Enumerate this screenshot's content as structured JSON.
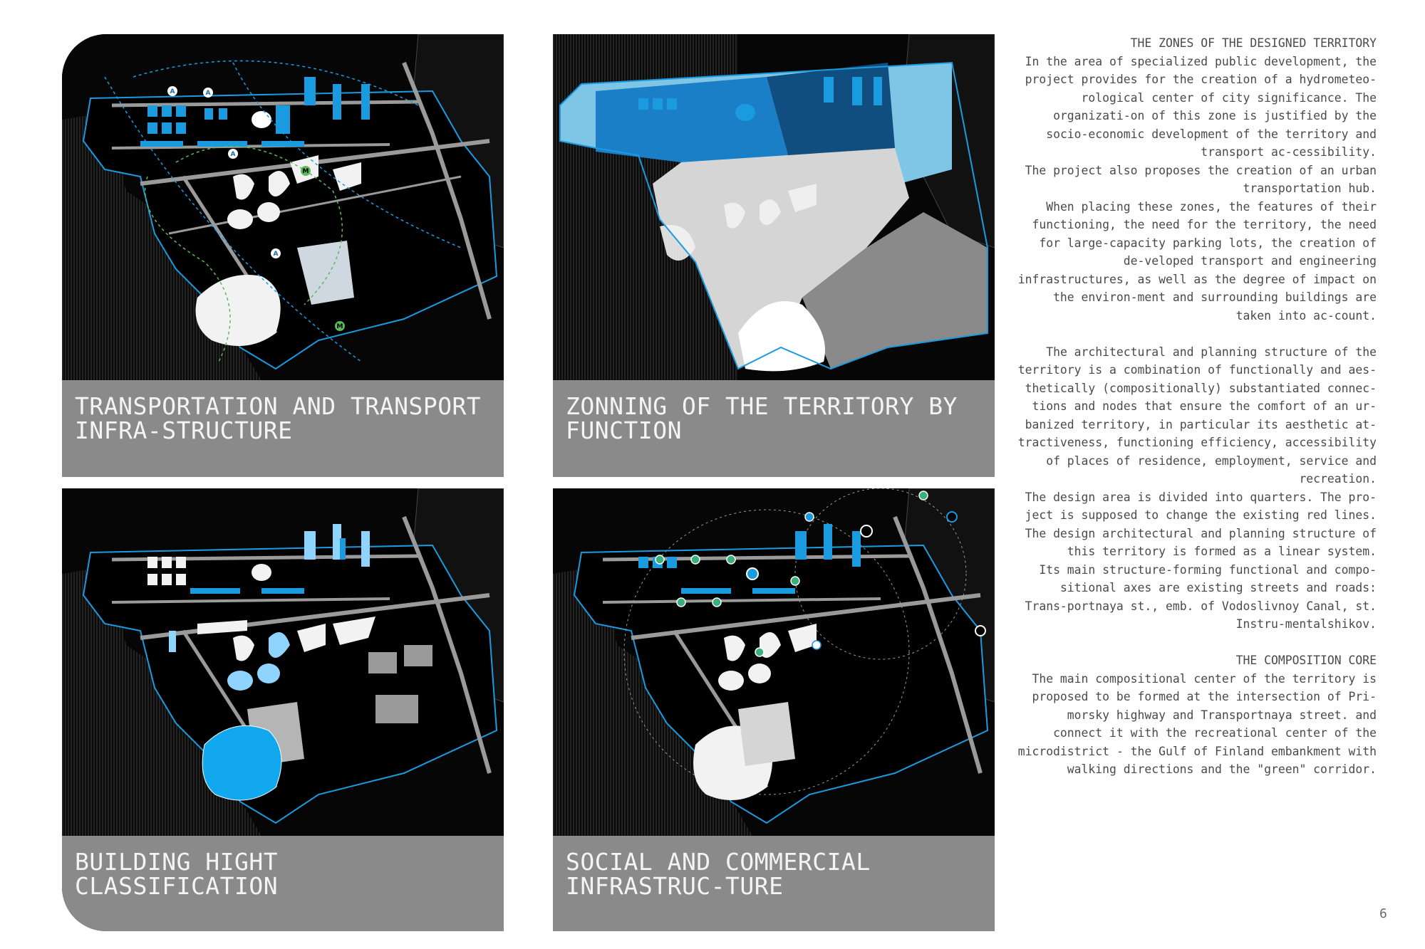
{
  "panels": [
    {
      "id": "transport",
      "caption": "TRANSPORTATION AND TRANSPORT INFRA-STRUCTURE"
    },
    {
      "id": "zoning",
      "caption": "ZONNING OF THE TERRITORY BY FUNCTION"
    },
    {
      "id": "height",
      "caption": "BUILDING HIGHT CLASSIFICATION"
    },
    {
      "id": "social",
      "caption": "SOCIAL AND COMMERCIAL INFRASTRUC-TURE"
    }
  ],
  "text": {
    "zones_title": "THE ZONES OF THE DESIGNED TERRITORY",
    "zones_p1": "In the area of specialized public development, the project provides for the creation of a hydrometeo-rological center of city significance. The organizati-on of this zone is justified by the socio-economic development of the territory and transport ac-cessibility.",
    "zones_p2": "The project also proposes the creation of an urban transportation hub.",
    "zones_p3": "When placing these zones, the features of their functioning, the need for the territory, the need for large-capacity parking lots, the creation of de-veloped transport and engineering infrastructures, as well as the degree of impact on the environ-ment and surrounding buildings are taken into ac-count.",
    "arch_p1": "The architectural and planning structure of the territory is a combination of functionally and aes-thetically (compositionally) substantiated connec-tions and nodes that ensure the comfort of an ur-banized territory, in particular its aesthetic at-tractiveness, functioning efficiency, accessibility of places of residence, employment, service and recreation.",
    "arch_p2": "The design area is divided into quarters. The pro-ject is supposed to change the existing red lines. The design architectural and planning structure of this territory is formed as a linear system.",
    "arch_p3": "Its main structure-forming functional and compo-sitional axes are existing streets and roads: Trans-portnaya st., emb. of Vodoslivnoy Canal, st. Instru-mentalshikov.",
    "core_title": "THE COMPOSITION CORE",
    "core_p1": "The main compositional center of the territory is proposed to be formed at the intersection of Pri-morsky highway and Transportnaya street. and connect it with the recreational center of the microdistrict - the Gulf of Finland embankment with walking directions and the \"green\" corridor."
  },
  "page_number": "6",
  "colors": {
    "map_bg": "#060606",
    "caption_bg": "#8a8a8a",
    "accent_blue": "#1a9be0",
    "light_blue": "#8fd3ff",
    "road": "#9a9a9a",
    "building_white": "#f2f2f2",
    "text": "#4a4a4a",
    "metro_green": "#5db85d"
  },
  "icons": {
    "metro": "M",
    "bus": "A"
  }
}
